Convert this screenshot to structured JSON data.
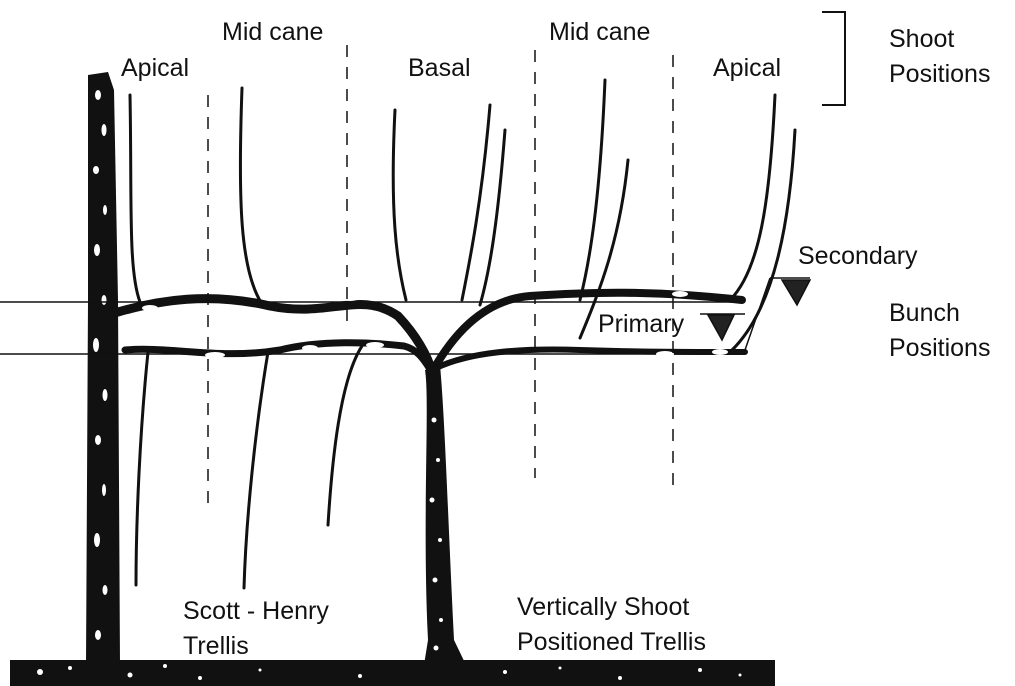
{
  "shoot_positions": {
    "apical_left": "Apical",
    "mid_cane_left": "Mid cane",
    "basal": "Basal",
    "mid_cane_right": "Mid cane",
    "apical_right": "Apical",
    "group_label_line1": "Shoot",
    "group_label_line2": "Positions"
  },
  "bunch_positions": {
    "secondary": "Secondary",
    "primary": "Primary",
    "group_label_line1": "Bunch",
    "group_label_line2": "Positions"
  },
  "trellis_systems": {
    "scott_henry_line1": "Scott - Henry",
    "scott_henry_line2": "Trellis",
    "vsp_line1": "Vertically Shoot",
    "vsp_line2": "Positioned Trellis"
  },
  "colors": {
    "ink": "#111111",
    "paper": "#ffffff"
  }
}
